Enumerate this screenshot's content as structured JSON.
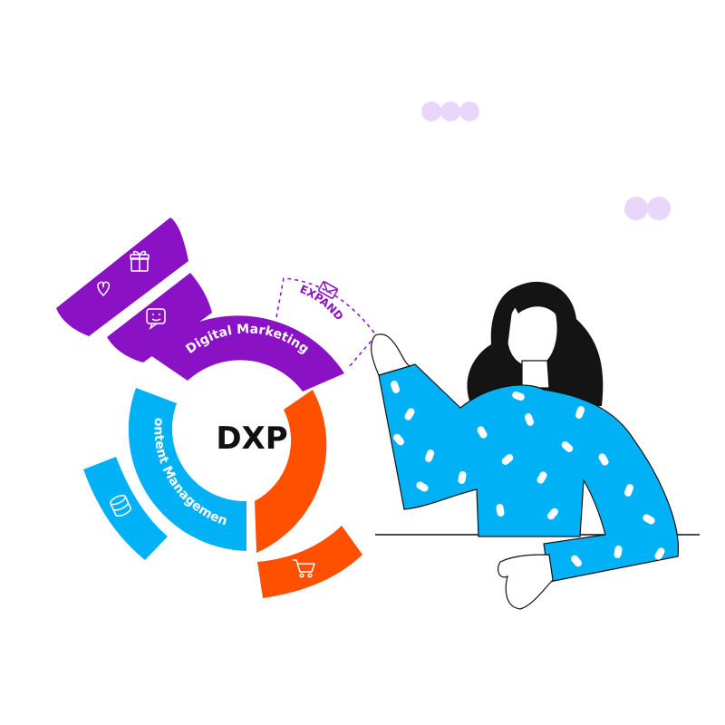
{
  "diagram": {
    "center": "DXP",
    "segments": [
      {
        "key": "digital_marketing",
        "label": "Digital Marketing",
        "color": "#8A11C4"
      },
      {
        "key": "ecommerce",
        "label": "eCommerce",
        "color": "#FF5000"
      },
      {
        "key": "content_management",
        "label": "Content Management",
        "color": "#00B2F5"
      }
    ],
    "expand": {
      "label": "EXPAND",
      "color": "#8A11C4"
    }
  },
  "icons": [
    "heart-icon",
    "gift-icon",
    "chat-smile-icon",
    "cart-icon",
    "database-icon",
    "envelope-icon"
  ],
  "colors": {
    "purple": "#8A11C4",
    "orange": "#FF5000",
    "blue": "#00B2F5",
    "lavender": "#EAD6FB",
    "hair": "#141414",
    "line": "#111111"
  }
}
